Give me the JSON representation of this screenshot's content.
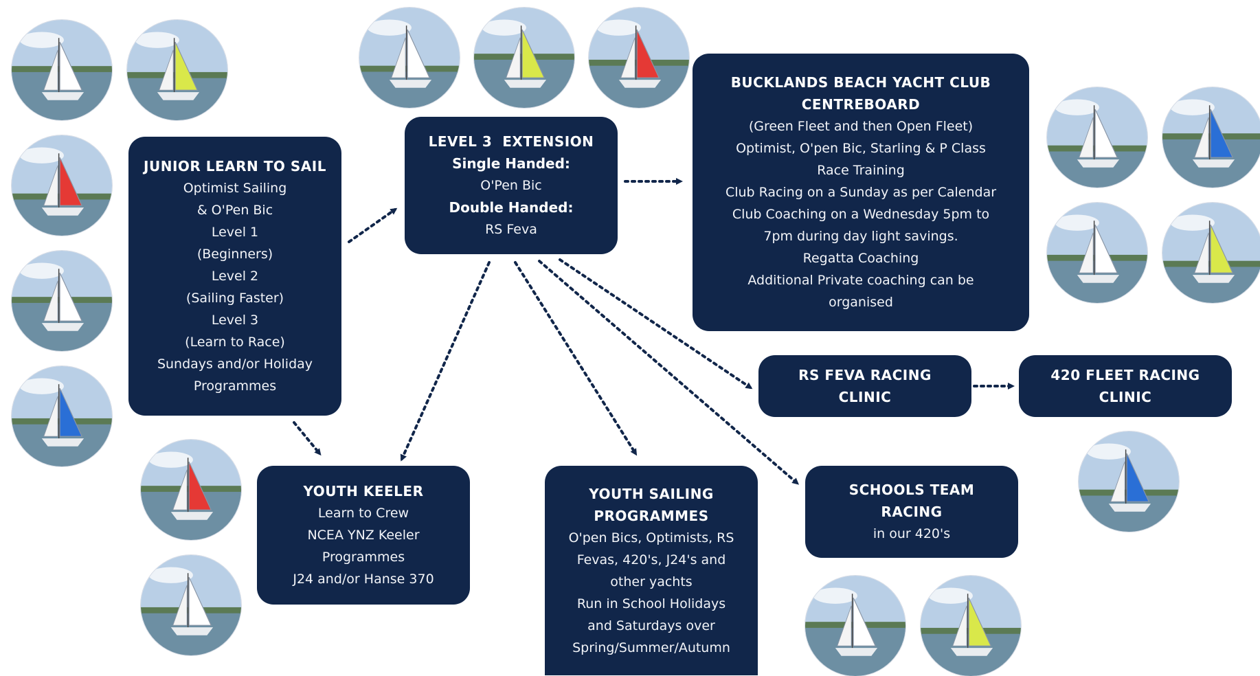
{
  "boxes": {
    "junior": {
      "title": "JUNIOR LEARN TO SAIL",
      "lines": [
        "Optimist Sailing",
        "& O'Pen Bic",
        "Level 1",
        "(Beginners)",
        "Level 2",
        "(Sailing Faster)",
        "Level 3",
        "(Learn to Race)",
        "Sundays and/or Holiday",
        "Programmes"
      ]
    },
    "level3": {
      "title": "LEVEL 3  EXTENSION",
      "sub1": "Single Handed:",
      "line1": "O'Pen Bic",
      "sub2": "Double Handed:",
      "line2": "RS Feva"
    },
    "bucklands": {
      "title": [
        "BUCKLANDS BEACH YACHT CLUB",
        "CENTREBOARD"
      ],
      "lines": [
        "(Green Fleet and then Open Fleet)",
        "Optimist, O'pen Bic, Starling & P Class",
        "Race Training",
        "Club Racing on a Sunday as per Calendar",
        "Club Coaching on a Wednesday 5pm to",
        "7pm during day light savings.",
        "Regatta Coaching",
        "Additional Private coaching can be",
        "organised"
      ]
    },
    "rsfeva": {
      "title": [
        "RS FEVA RACING",
        "CLINIC"
      ]
    },
    "fleet420": {
      "title": [
        "420 FLEET RACING",
        "CLINIC"
      ]
    },
    "keeler": {
      "title": "YOUTH KEELER",
      "lines": [
        "Learn to Crew",
        "NCEA YNZ Keeler",
        "Programmes",
        "J24 and/or Hanse 370"
      ]
    },
    "youth": {
      "title": [
        "YOUTH SAILING",
        "PROGRAMMES"
      ],
      "lines": [
        "O'pen Bics, Optimists, RS",
        "Fevas, 420's, J24's and",
        "other yachts",
        "Run in School Holidays",
        "and Saturdays over",
        "Spring/Summer/Autumn"
      ]
    },
    "schools": {
      "title": [
        "SCHOOLS TEAM",
        "RACING"
      ],
      "lines": [
        "in our 420's"
      ]
    }
  },
  "colors": {
    "box": "#11264a",
    "arrow": "#11264a",
    "text": "#ffffff"
  },
  "photos": [
    "sailing-photo-beach-optimists",
    "sailing-photo-optimist-launch",
    "sailing-photo-kids-group",
    "sailing-photo-kids-boats",
    "sailing-photo-boats-rigged",
    "sailing-photo-feva-shore",
    "sailing-photo-feva-crew",
    "sailing-photo-bic-sailing",
    "sailing-photo-opti-racing",
    "sailing-photo-opti-marks",
    "sailing-photo-p-class",
    "sailing-photo-p-class-fleet",
    "sailing-photo-keeler-crew",
    "sailing-photo-keeler-yacht",
    "sailing-photo-420-upwind",
    "sailing-photo-420-team",
    "sailing-photo-420-hiking"
  ]
}
